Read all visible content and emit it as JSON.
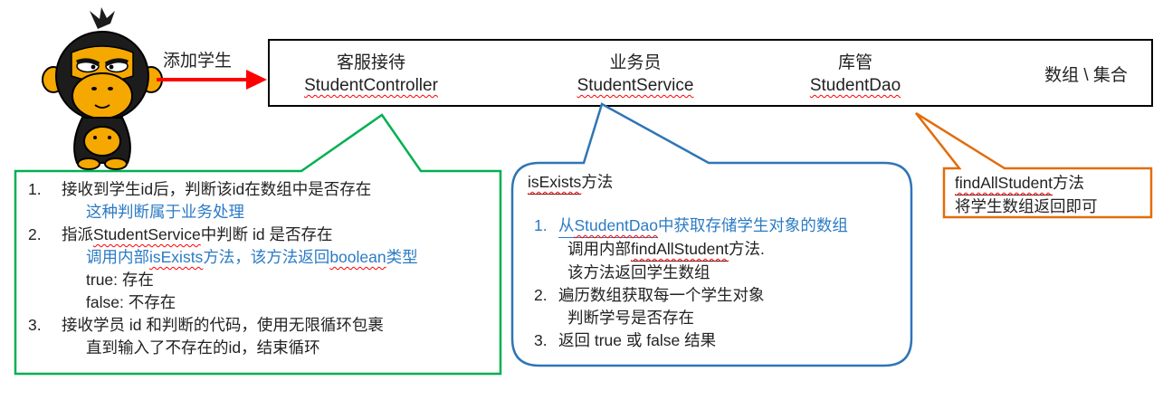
{
  "colors": {
    "green": "#00B050",
    "blue": "#2E75B6",
    "blue-text": "#2B7BC4",
    "orange": "#E36C0A",
    "red": "#FF0000"
  },
  "actor": {
    "icon": "monkey-mascot-icon"
  },
  "arrow": {
    "label": "添加学生"
  },
  "top_bar": {
    "sections": [
      {
        "role": "客服接待",
        "class_name": "StudentController"
      },
      {
        "role": "业务员",
        "class_name": "StudentService"
      },
      {
        "role": "库管",
        "class_name": "StudentDao"
      },
      {
        "label": "数组 \\ 集合"
      }
    ]
  },
  "green_callout": {
    "lines": [
      {
        "marker": "1.",
        "segments": [
          {
            "text": "接收到学生id后，判断该id在数组中是否存在"
          }
        ]
      },
      {
        "indent": 2,
        "segments": [
          {
            "text": "这种判断属于业务处理",
            "color": "blue"
          }
        ]
      },
      {
        "marker": "2.",
        "segments": [
          {
            "text": "指派"
          },
          {
            "text": "StudentService",
            "spell": true
          },
          {
            "text": "中判断 id 是否存在"
          }
        ]
      },
      {
        "indent": 2,
        "segments": [
          {
            "text": "调用内部 ",
            "color": "blue"
          },
          {
            "text": "isExists",
            "color": "blue",
            "spell": true
          },
          {
            "text": "方法，该方法返回",
            "color": "blue"
          },
          {
            "text": "boolean",
            "color": "blue",
            "spell": true
          },
          {
            "text": "类型",
            "color": "blue"
          }
        ]
      },
      {
        "indent": 2,
        "segments": [
          {
            "text": "true: 存在"
          }
        ]
      },
      {
        "indent": 2,
        "segments": [
          {
            "text": "false: 不存在"
          }
        ]
      },
      {
        "marker": "3.",
        "segments": [
          {
            "text": "接收学员 id 和判断的代码，使用无限循环包裹"
          }
        ]
      },
      {
        "indent": 2,
        "segments": [
          {
            "text": "直到输入了不存在的id，结束循环"
          }
        ]
      }
    ]
  },
  "blue_callout": {
    "title_segments": [
      {
        "text": "isExists",
        "underline": true,
        "spell": true
      },
      {
        "text": "方法"
      }
    ],
    "lines": [
      {
        "marker": "1.",
        "color": "blue",
        "segments": [
          {
            "text": "从",
            "color": "blue",
            "underline": true
          },
          {
            "text": "StudentDao",
            "color": "blue",
            "underline": true,
            "spell": true
          },
          {
            "text": "中获取存储学生对象的数组",
            "color": "blue"
          }
        ]
      },
      {
        "indent": 2,
        "segments": [
          {
            "text": "调用内部"
          },
          {
            "text": "findAllStudent",
            "underline": true,
            "spell": true
          },
          {
            "text": "方法."
          }
        ]
      },
      {
        "indent": 2,
        "segments": [
          {
            "text": "该方法返回学生数组"
          }
        ]
      },
      {
        "marker": "2.",
        "segments": [
          {
            "text": "遍历数组获取每一个学生对象"
          }
        ]
      },
      {
        "indent": 2,
        "segments": [
          {
            "text": "判断学号是否存在"
          }
        ]
      },
      {
        "marker": "3.",
        "segments": [
          {
            "text": "返回 true 或 false 结果"
          }
        ]
      }
    ]
  },
  "orange_callout": {
    "lines": [
      {
        "segments": [
          {
            "text": "findAllStudent",
            "underline": true,
            "spell": true
          },
          {
            "text": "方法"
          }
        ]
      },
      {
        "segments": [
          {
            "text": "将学生数组返回即可"
          }
        ]
      }
    ]
  }
}
